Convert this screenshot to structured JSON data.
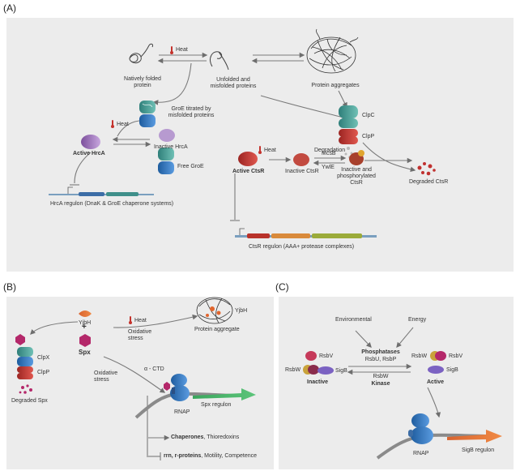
{
  "panels": {
    "a": {
      "label": "(A)"
    },
    "b": {
      "label": "(B)"
    },
    "c": {
      "label": "(C)"
    }
  },
  "panel_a": {
    "heat_1": "Heat",
    "natively_folded": [
      "Natively folded",
      "protein"
    ],
    "unfolded": [
      "Unfolded and",
      "misfolded proteins"
    ],
    "aggregates": "Protein aggregates",
    "groe_titrated": [
      "GroE titrated by",
      "misfolded proteins"
    ],
    "heat_2": "Heat",
    "active_hrca": "Active HrcA",
    "inactive_hrca": "Inactive HrcA",
    "free_groe": "Free GroE",
    "hrca_regulon": "HrcA regulon (DnaK & GroE chaperone systems)",
    "clpc": "ClpC",
    "clpp": "ClpP",
    "degradation": "Degradation",
    "heat_3": "Heat",
    "active_ctsr": "Active CtsR",
    "inactive_ctsr": "Inactive CtsR",
    "mcsb": "McsB",
    "ywle": "YwlE",
    "inactive_phos": [
      "Inactive and",
      "phosphorylated",
      "CtsR"
    ],
    "degraded_ctsr": "Degraded CtsR",
    "ctsr_regulon": "CtsR regulon (AAA+ protease complexes)"
  },
  "panel_b": {
    "yjbh": "YjbH",
    "plus": "+",
    "spx": "Spx",
    "heat": "Heat",
    "oxidative_1": [
      "Oxidative",
      "stress"
    ],
    "protein_aggregate": "Protein aggregate",
    "yjbh_agg": "YjbH",
    "clpx": "ClpX",
    "clpp": "ClpP",
    "degraded_spx": "Degraded Spx",
    "oxidative_2": [
      "Oxidative",
      "stress"
    ],
    "alpha_ctd": "α - CTD",
    "spx_regulon": "Spx regulon",
    "rnap": "RNAP",
    "chaperones_bold": "Chaperones",
    "chaperones_rest": ", Thioredoxins",
    "rrn_bold": "rrn, r-proteins",
    "rrn_rest": ", Motility, Competence"
  },
  "panel_c": {
    "environmental": "Environmental",
    "energy": "Energy",
    "phosphatases": "Phosphatases",
    "rsbu_rsbp": "RsbU, RsbP",
    "rsbw_mid": "RsbW",
    "kinase": "Kinase",
    "rsbv_left": "RsbV",
    "rsbw_left": "RsbW",
    "sigb_left": "SigB",
    "inactive": "Inactive",
    "rsbw_right": "RsbW",
    "rsbv_right": "RsbV",
    "sigb_right": "SigB",
    "active": "Active",
    "rnap": "RNAP",
    "sigb_regulon": "SigB regulon"
  },
  "colors": {
    "panel_bg": "#ececec",
    "arrow": "#7a7a7a",
    "ctsr_red": "#b8322a",
    "hrca_purple": "#9a6fb5",
    "groe_teal": "#3f8f8a",
    "clpp_red": "#c0312f",
    "rnap_blue": "#2f6fb5",
    "spx_green": "#3aa65c",
    "sigb_orange": "#d9642f",
    "spx_magenta": "#b4286a",
    "yjbh_orange": "#e0652e",
    "rsbw_yellow": "#c9a23a",
    "sigb_purple": "#7b62c2"
  },
  "icons": [
    "thermometer-icon",
    "protein-coil-icon",
    "aggregate-icon",
    "groe-chaperonin-icon",
    "clp-protease-icon",
    "rnap-icon",
    "dna-gene-icon"
  ]
}
